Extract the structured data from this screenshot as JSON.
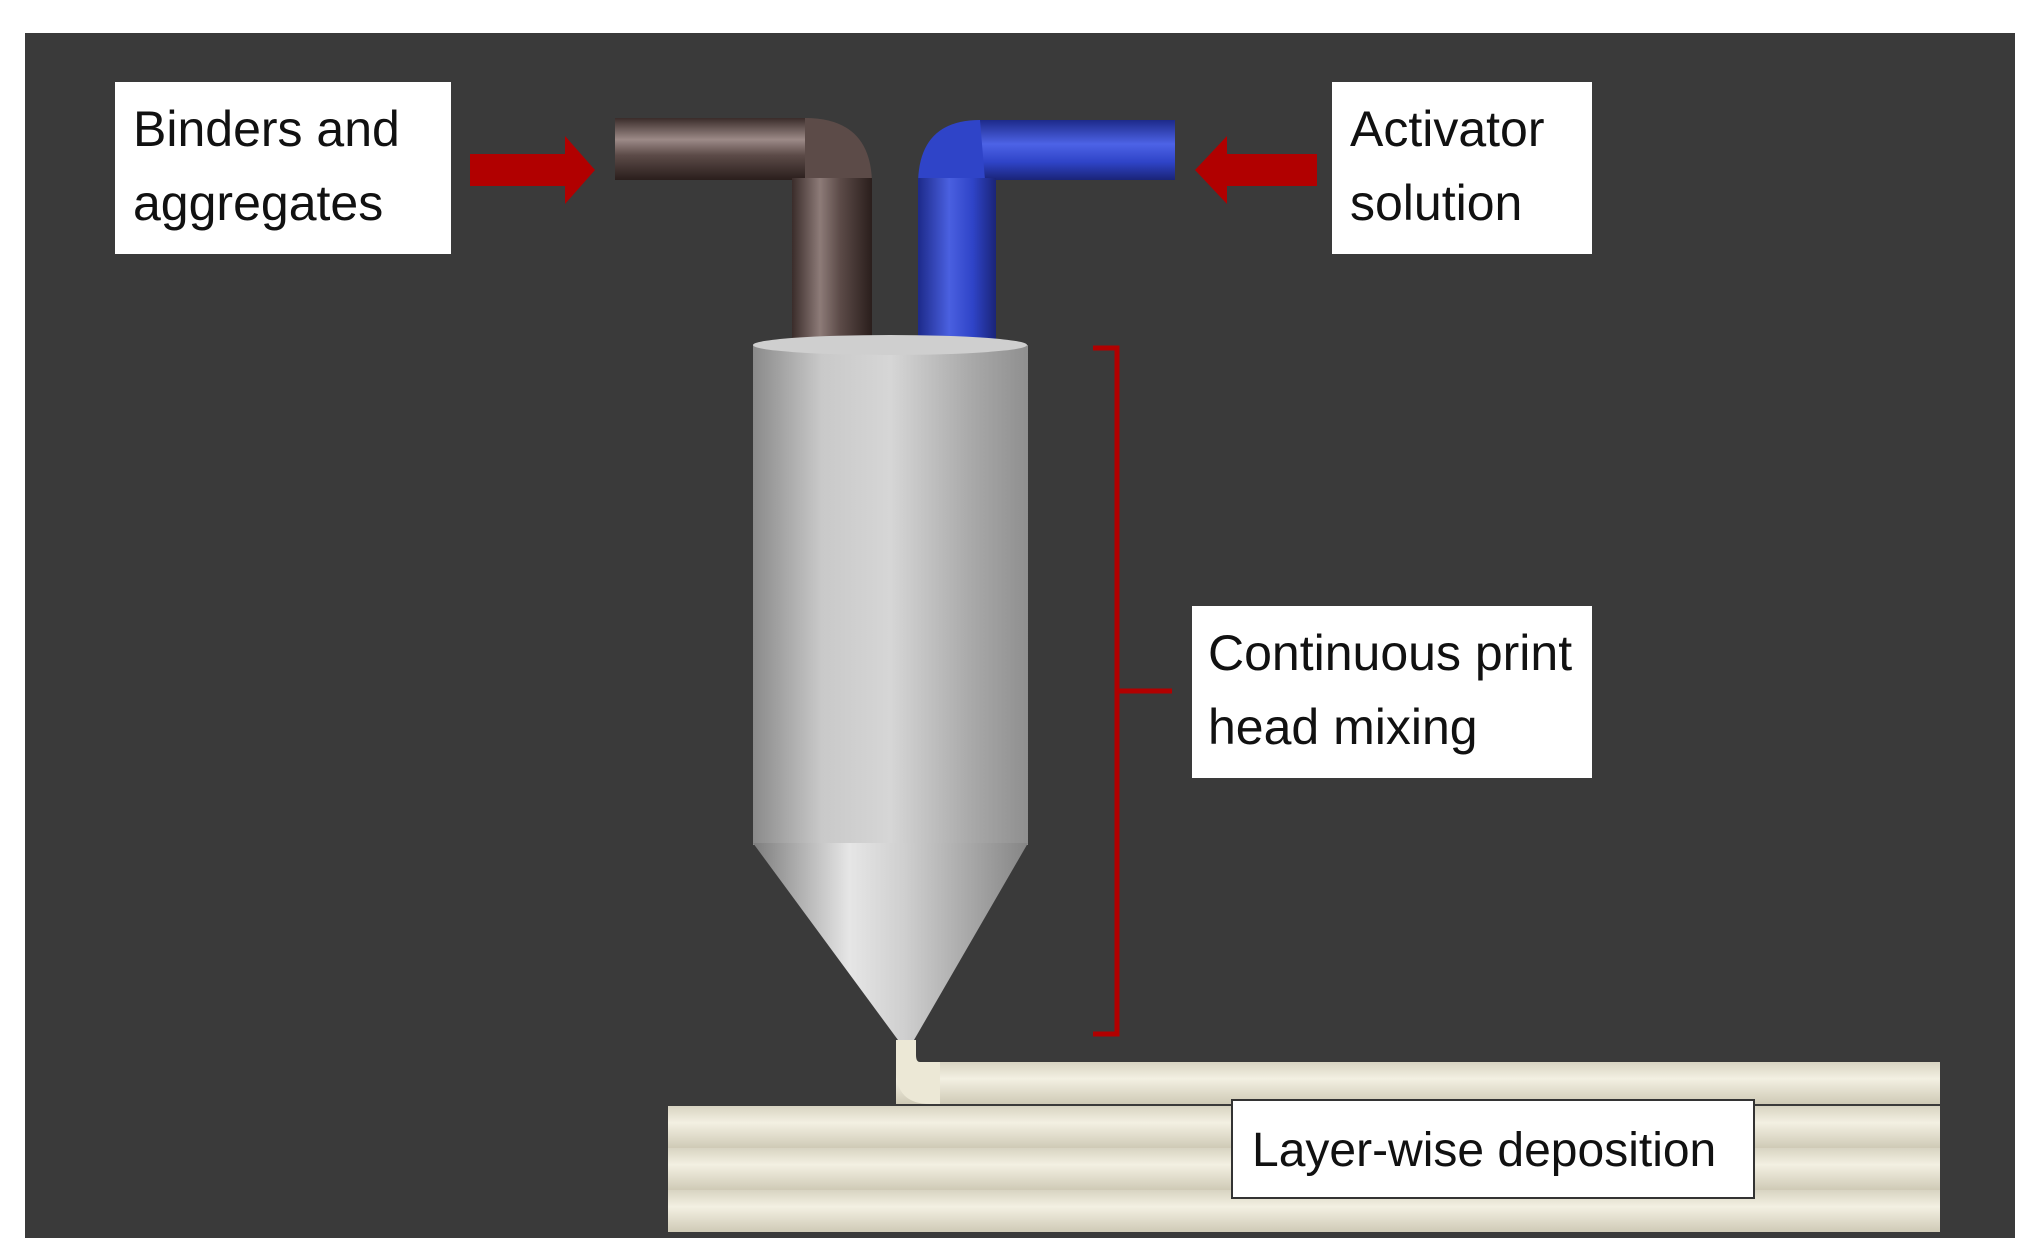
{
  "labels": {
    "binders": [
      "Binders and",
      "aggregates"
    ],
    "activator": [
      "Activator",
      "solution"
    ],
    "mixing": [
      "Continuous print",
      "head mixing"
    ],
    "deposition": "Layer-wise deposition"
  },
  "colors": {
    "background": "#3a3a3a",
    "frame": "#ffffff",
    "arrow": "#b10000",
    "bracket": "#b10000",
    "binder_pipe": "#5a4a48",
    "activator_pipe": "#2f44c8",
    "print_head": "#bdbdbd",
    "filament": "#ece8d6"
  },
  "icons": {
    "binder_input": "arrow-right-icon",
    "activator_input": "arrow-left-icon",
    "mixing_span": "bracket-icon"
  }
}
